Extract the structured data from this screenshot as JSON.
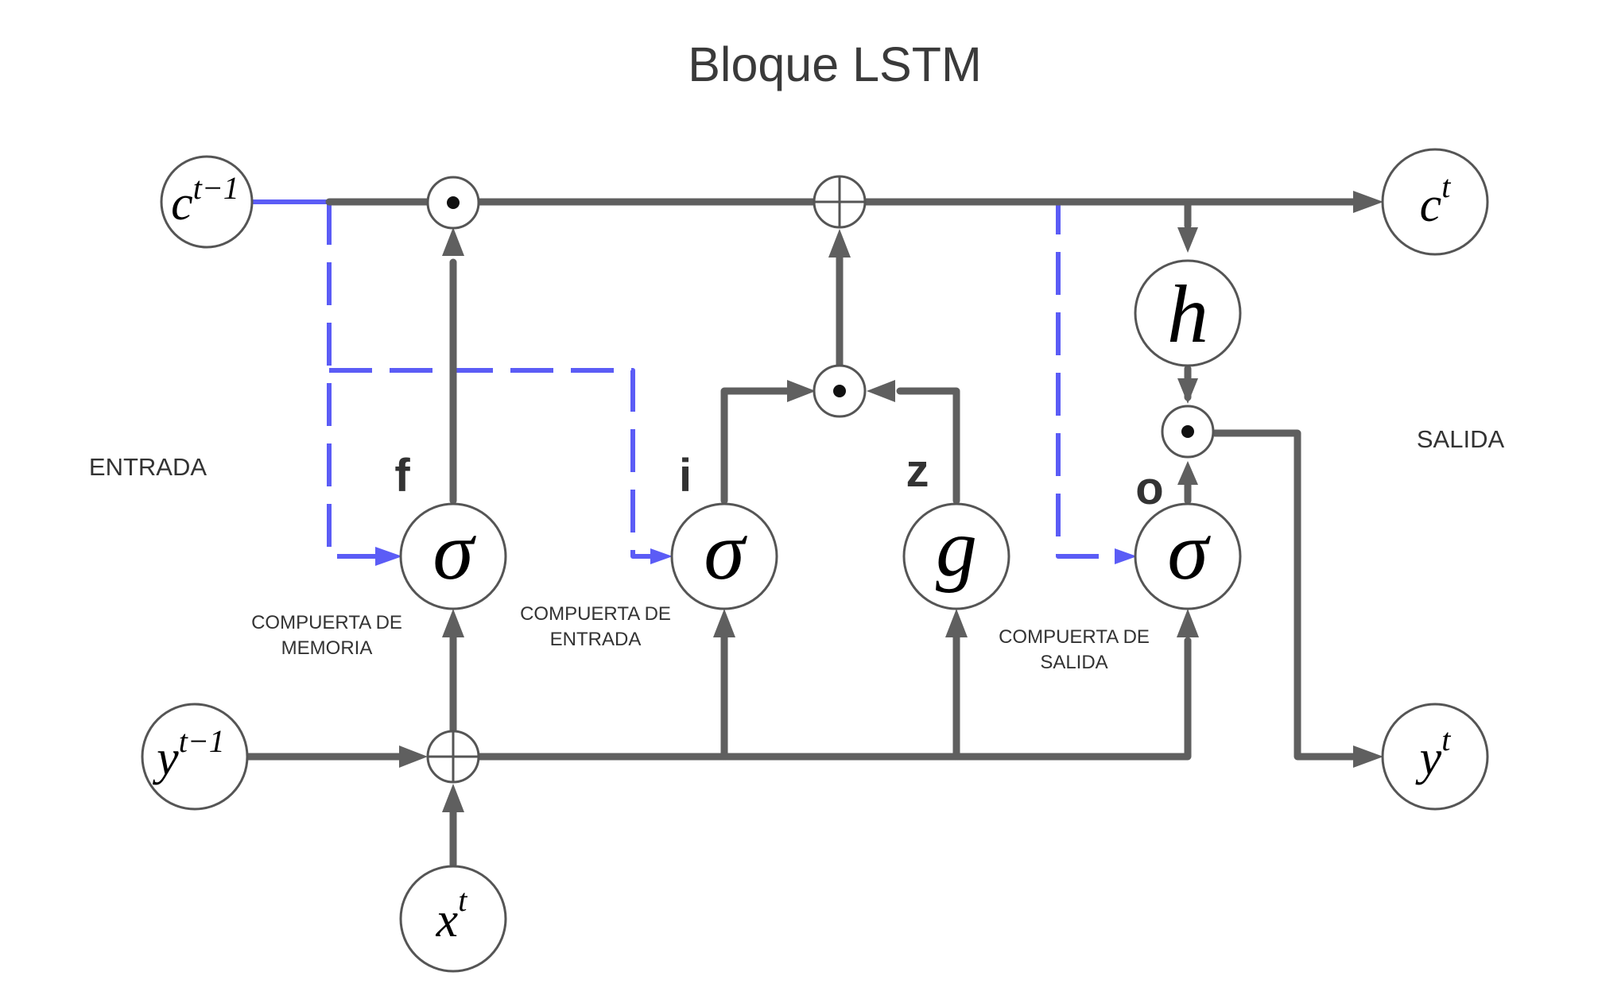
{
  "title": "Bloque LSTM",
  "labels": {
    "input_side": "ENTRADA",
    "output_side": "SALIDA"
  },
  "gates": {
    "forget": {
      "letter": "f",
      "caption_line1": "COMPUERTA DE",
      "caption_line2": "MEMORIA",
      "symbol": "σ"
    },
    "input": {
      "letter": "i",
      "caption_line1": "COMPUERTA DE",
      "caption_line2": "ENTRADA",
      "symbol": "σ"
    },
    "candidate": {
      "letter": "z",
      "symbol": "g"
    },
    "output": {
      "letter": "o",
      "caption_line1": "COMPUERTA DE",
      "caption_line2": "SALIDA",
      "symbol": "σ"
    }
  },
  "nodes": {
    "c_prev": {
      "base": "c",
      "sup": "t−1"
    },
    "c_out": {
      "base": "c",
      "sup": "t"
    },
    "y_prev": {
      "base": "y",
      "sup": "t−1"
    },
    "y_out": {
      "base": "y",
      "sup": "t"
    },
    "x_in": {
      "base": "x",
      "sup": "t"
    },
    "h": {
      "symbol": "h"
    }
  },
  "colors": {
    "wire": "#5f5f5f",
    "peephole": "#5b5cf6",
    "node_border": "#555555"
  }
}
